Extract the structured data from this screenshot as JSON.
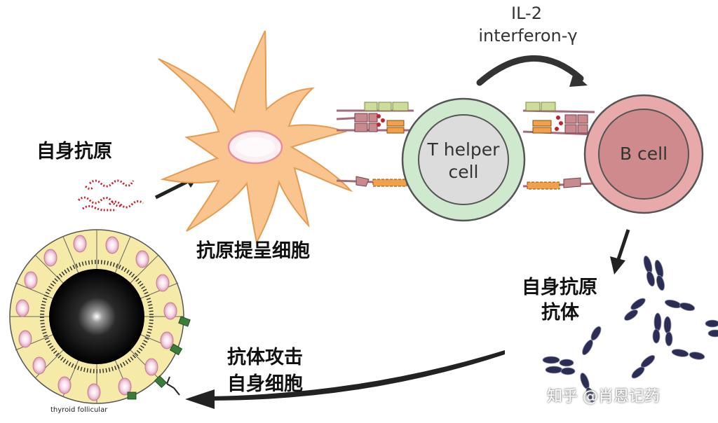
{
  "labels": {
    "self_antigen": "自身抗原",
    "apc": "抗原提呈细胞",
    "cytokine_1": "IL-2",
    "cytokine_2": "interferon-γ",
    "t_helper_1": "T helper",
    "t_helper_2": "cell",
    "b_cell": "B cell",
    "autoantibody_1": "自身抗原",
    "autoantibody_2": "抗体",
    "attack_1": "抗体攻击",
    "attack_2": "自身细胞",
    "thyroid": "thyroid follicular",
    "watermark": "知乎 @肖恩记药"
  },
  "colors": {
    "dendritic_cell": "#f9c48e",
    "dendritic_outline": "#e59b52",
    "t_cell_ring": "#cfe9cf",
    "t_cell_core": "#dcdcdc",
    "b_cell_ring": "#e8a9ab",
    "b_cell_core": "#cf8a8d",
    "antigen_red": "#c8202a",
    "antibody": "#2b2e52",
    "thyroid_cell": "#f6eaa8",
    "thyroid_nucleus": "#f3b9c6",
    "arrow": "#222222"
  }
}
